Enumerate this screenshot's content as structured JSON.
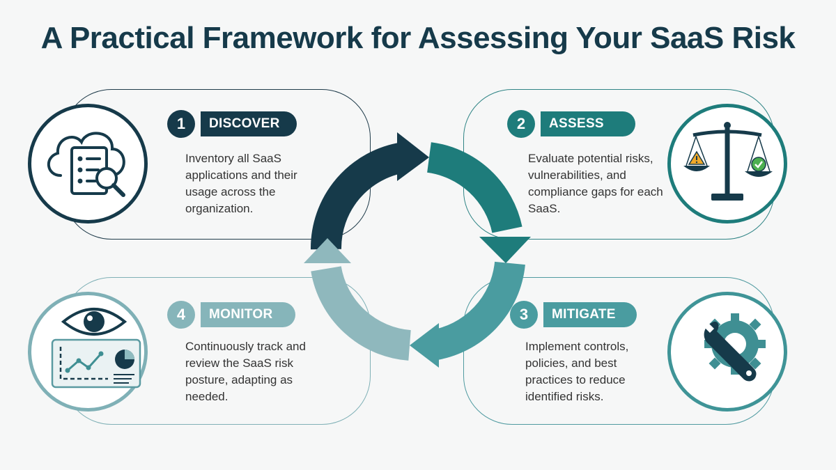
{
  "title": "A Practical Framework for Assessing Your SaaS Risk",
  "colors": {
    "discover": "#163a4a",
    "assess": "#1e7c7b",
    "mitigate": "#4a9ca0",
    "monitor": "#86b5ba"
  },
  "steps": [
    {
      "number": "1",
      "label": "DISCOVER",
      "description": "Inventory all SaaS applications and their usage across the organization.",
      "icon": "cloud-checklist-magnifier-icon"
    },
    {
      "number": "2",
      "label": "ASSESS",
      "description": "Evaluate potential risks, vulnerabilities, and compliance gaps for each SaaS.",
      "icon": "balance-scale-icon"
    },
    {
      "number": "3",
      "label": "MITIGATE",
      "description": "Implement controls, policies, and best practices to reduce identified risks.",
      "icon": "gear-wrench-icon"
    },
    {
      "number": "4",
      "label": "MONITOR",
      "description": "Continuously track and review the SaaS risk posture, adapting as needed.",
      "icon": "eye-dashboard-icon"
    }
  ]
}
